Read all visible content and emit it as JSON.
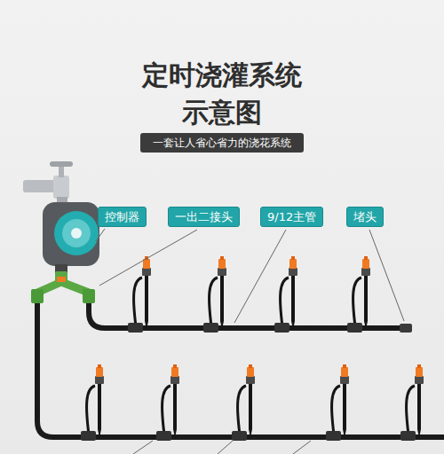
{
  "diagram": {
    "title": "定时浇灌系统 示意图",
    "nodes": [
      {
        "text": [
          "一套让人省心省力的浇花系统"
        ]
      },
      {
        "text": [
          "控制器"
        ]
      },
      {
        "text": [
          "一出二接头"
        ]
      },
      {
        "text": [
          "9/12主管"
        ]
      },
      {
        "text": [
          "堵头"
        ]
      }
    ]
  }
}
